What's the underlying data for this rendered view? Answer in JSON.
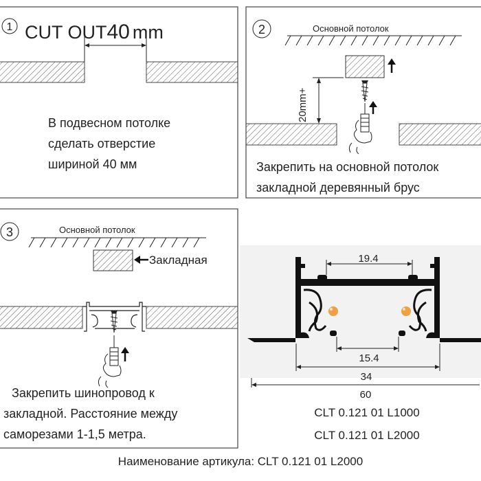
{
  "steps": [
    {
      "number": "1",
      "heading": "CUT OUT",
      "heading_value": "40",
      "heading_unit": "mm",
      "text_lines": [
        "В подвесном потолке",
        "сделать отверстие",
        "шириной 40 мм"
      ]
    },
    {
      "number": "2",
      "ceiling_label": "Основной потолок",
      "dimension_label": "20mm+",
      "text_lines": [
        "Закрепить на основной потолок",
        "закладной деревянный брус"
      ]
    },
    {
      "number": "3",
      "ceiling_label": "Основной потолок",
      "insert_label": "Закладная",
      "text_lines": [
        "Закрепить шинопровод к",
        "закладной. Расстояние между",
        "саморезами 1-1,5 метра."
      ]
    }
  ],
  "profile": {
    "dimensions": [
      "19.4",
      "15.4",
      "34",
      "60"
    ],
    "articles": [
      "CLT 0.121 01 L1000",
      "CLT 0.121 01 L2000"
    ]
  },
  "footer": "Наименование артикула: CLT 0.121 01 L2000",
  "colors": {
    "contact": "#f0a040",
    "line": "#222222",
    "background": "#f2f2f2"
  }
}
